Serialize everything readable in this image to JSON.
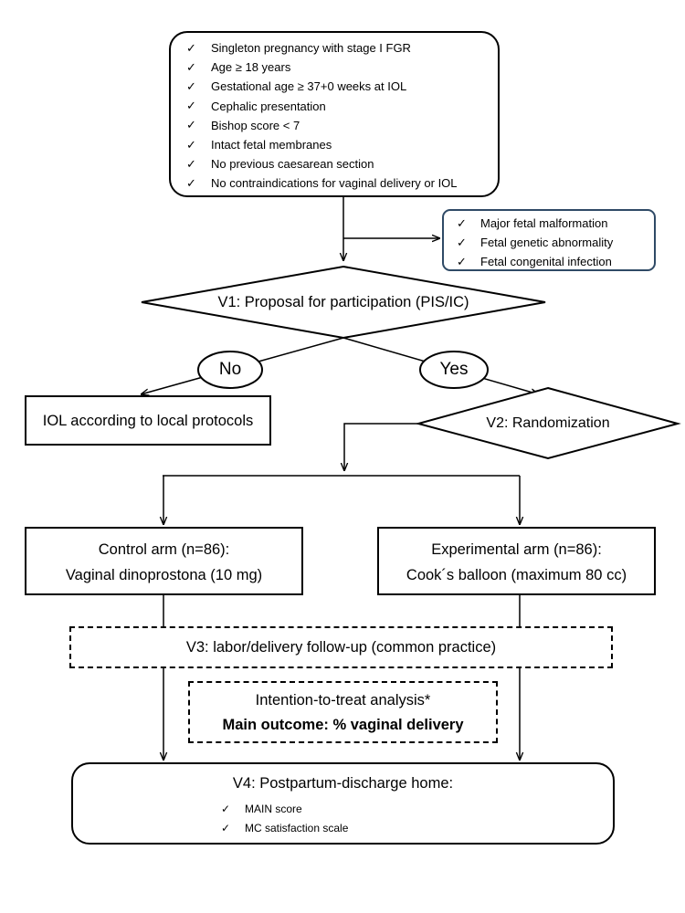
{
  "inclusion_criteria": [
    "Singleton pregnancy with stage I FGR",
    "Age ≥ 18 years",
    "Gestational age ≥ 37+0 weeks at IOL",
    "Cephalic presentation",
    "Bishop score < 7",
    "Intact fetal membranes",
    "No previous caesarean section",
    "No contraindications for vaginal delivery or IOL"
  ],
  "exclusion_criteria": [
    "Major fetal malformation",
    "Fetal genetic abnormality",
    "Fetal congenital infection"
  ],
  "check_mark": "✓",
  "v1_label": "V1: Proposal for participation (PIS/IC)",
  "no_label": "No",
  "yes_label": "Yes",
  "local_protocols": "IOL according to local protocols",
  "v2_label": "V2: Randomization",
  "control_arm": {
    "line1": "Control arm (n=86):",
    "line2": "Vaginal dinoprostona (10 mg)"
  },
  "experimental_arm": {
    "line1": "Experimental arm (n=86):",
    "line2": "Cook´s balloon (maximum 80 cc)"
  },
  "v3_label": "V3: labor/delivery follow-up (common practice)",
  "analysis": {
    "line1": "Intention-to-treat analysis*",
    "line2": "Main outcome: % vaginal delivery"
  },
  "v4": {
    "title": "V4: Postpartum-discharge home:",
    "items": [
      "MAIN score",
      "MC satisfaction scale"
    ]
  },
  "colors": {
    "stroke": "#000000",
    "exclusion_border": "#2f4a66"
  }
}
